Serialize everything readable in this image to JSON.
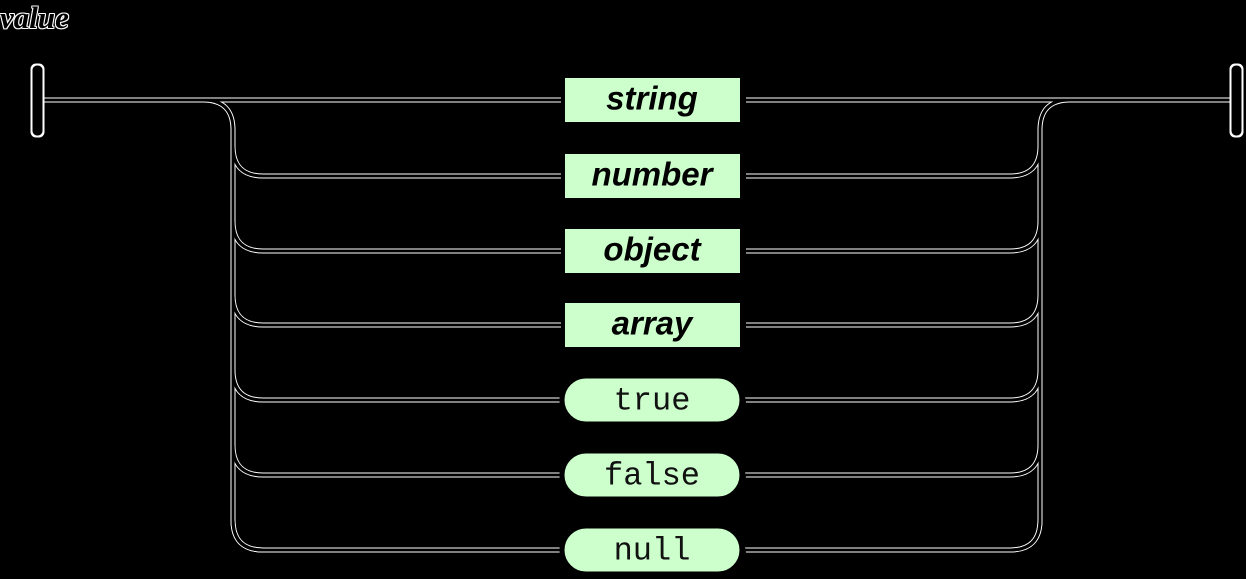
{
  "diagram": {
    "title": "value",
    "kind": "railroad-syntax-diagram",
    "background_color": "#000000",
    "line_color": "#000000",
    "line_outline_color": "#ffffff",
    "node_fill_color": "#ccffcc",
    "node_border_color": "#000000",
    "node_text_color": "#000000",
    "start_terminator": "|",
    "end_terminator": "|",
    "branch_count": 7,
    "alternatives": [
      {
        "label": "string",
        "shape": "rectangle",
        "type": "nonterminal",
        "row": 1
      },
      {
        "label": "number",
        "shape": "rectangle",
        "type": "nonterminal",
        "row": 2
      },
      {
        "label": "object",
        "shape": "rectangle",
        "type": "nonterminal",
        "row": 3
      },
      {
        "label": "array",
        "shape": "rectangle",
        "type": "nonterminal",
        "row": 4
      },
      {
        "label": "true",
        "shape": "stadium",
        "type": "terminal",
        "row": 5
      },
      {
        "label": "false",
        "shape": "stadium",
        "type": "terminal",
        "row": 6
      },
      {
        "label": "null",
        "shape": "stadium",
        "type": "terminal",
        "row": 7
      }
    ]
  }
}
